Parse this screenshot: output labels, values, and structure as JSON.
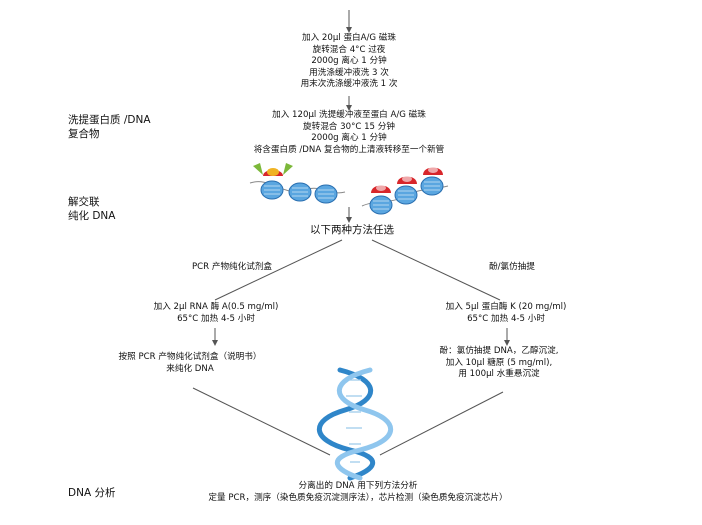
{
  "side_labels": {
    "wash": [
      "洗提蛋白质 /DNA",
      "复合物"
    ],
    "decrosslink": [
      "解交联",
      "纯化 DNA"
    ],
    "analysis": [
      "DNA 分析"
    ]
  },
  "step1": [
    "加入 20μl 蛋白A/G 磁珠",
    "旋转混合 4°C 过夜",
    "2000g 离心 1 分钟",
    "用洗涤缓冲液洗 3 次",
    "用末次洗涤缓冲液洗 1 次"
  ],
  "step2": [
    "加入 120μl 洗提缓冲液至蛋白 A/G 磁珠",
    "旋转混合 30°C 15 分钟",
    "2000g 离心 1 分钟",
    "将含蛋白质 /DNA 复合物的上清液转移至一个新管"
  ],
  "choice": "以下两种方法任选",
  "left_branch": {
    "title": "PCR 产物纯化试剂盒",
    "step_a": [
      "加入 2μl RNA 酶 A(0.5 mg/ml)",
      "65°C 加热 4-5 小时"
    ],
    "step_b": [
      "按照 PCR 产物纯化试剂盒（说明书）",
      "来纯化 DNA"
    ]
  },
  "right_branch": {
    "title": "酚/氯仿抽提",
    "step_a": [
      "加入 5μl 蛋白酶 K (20 mg/ml)",
      "65°C 加热 4-5 小时"
    ],
    "step_b": [
      "酚：氯仿抽提 DNA，乙醇沉淀,",
      "加入 10μl 糖原 (5 mg/ml),",
      "用 100μl 水重悬沉淀"
    ]
  },
  "final": [
    "分离出的 DNA 用下列方法分析",
    "定量 PCR，测序（染色质免疫沉淀测序法），芯片检测（染色质免疫沉淀芯片）"
  ],
  "colors": {
    "bead": "#5aa6e0",
    "bead_dark": "#2a6fb0",
    "antibody_red": "#d8262b",
    "antibody_green": "#7cb83a",
    "antibody_yellow": "#f0b323",
    "helix": "#2f86c9",
    "line": "#555555"
  }
}
